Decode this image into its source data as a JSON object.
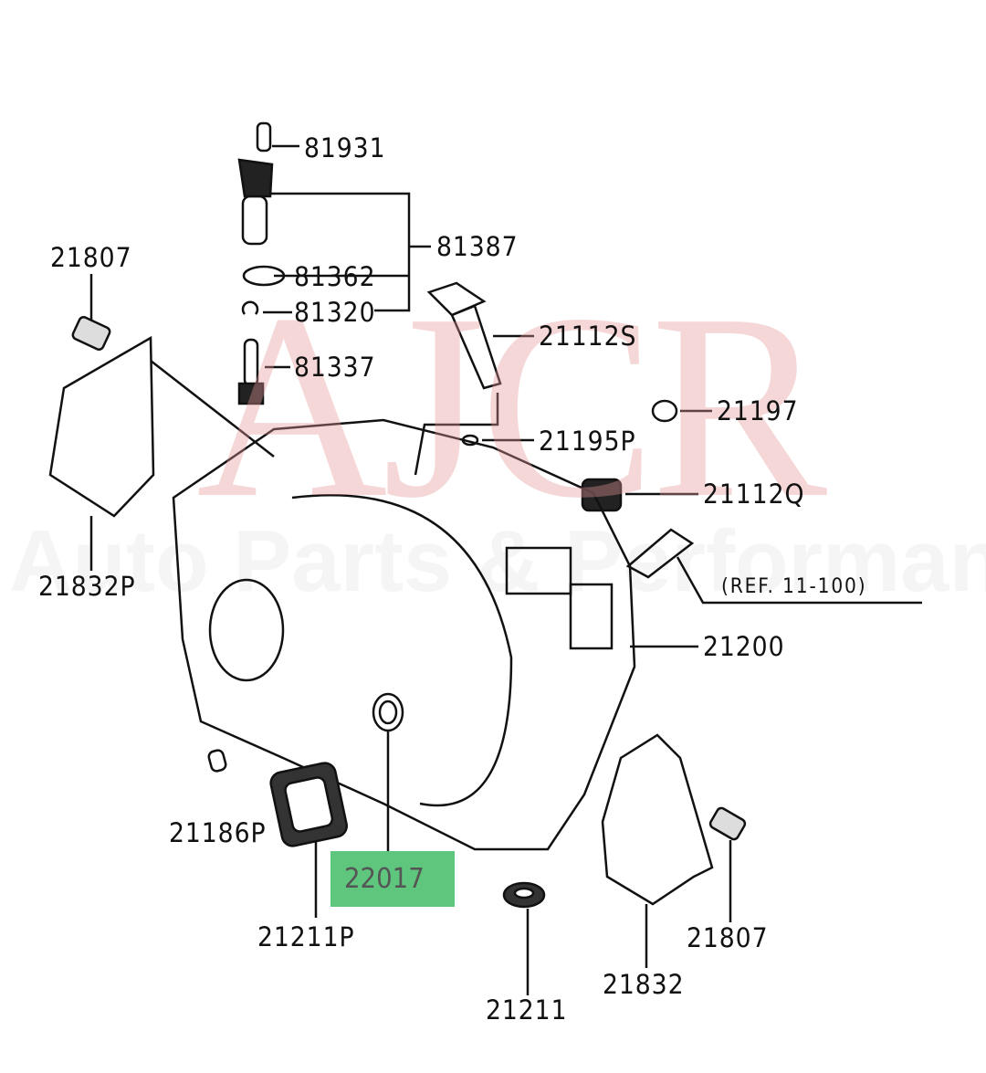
{
  "watermark": {
    "brand": "AJCR",
    "tagline": "Auto Parts & Performance"
  },
  "highlight_color": "#5fc77d",
  "labels": {
    "p81931": "81931",
    "p81387": "81387",
    "p21807a": "21807",
    "p81362": "81362",
    "p81320": "81320",
    "p81337": "81337",
    "p21112S": "21112S",
    "p21197": "21197",
    "p21195P": "21195P",
    "p21112Q": "21112Q",
    "p21832P": "21832P",
    "ref": "(REF. 11-100)",
    "p21200": "21200",
    "p21186P": "21186P",
    "p22017": "22017",
    "p21211P": "21211P",
    "p21807b": "21807",
    "p21832": "21832",
    "p21211": "21211"
  }
}
